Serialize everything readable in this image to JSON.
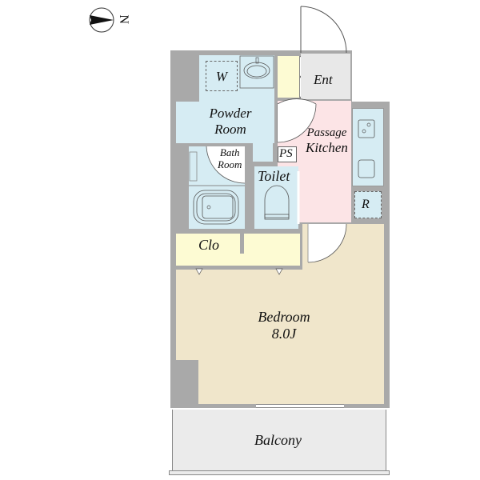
{
  "compass": {
    "label": "N",
    "icon": "north-arrow-icon"
  },
  "rooms": {
    "washer": {
      "label": "W"
    },
    "powder_room": {
      "label_line1": "Powder",
      "label_line2": "Room"
    },
    "entrance": {
      "label": "Ent"
    },
    "passage_kitchen": {
      "label_line1": "Passage",
      "label_line2": "Kitchen"
    },
    "bath_room": {
      "label_line1": "Bath",
      "label_line2": "Room"
    },
    "ps": {
      "label": "PS"
    },
    "toilet": {
      "label": "Toilet"
    },
    "refrigerator": {
      "label": "R"
    },
    "closet": {
      "label": "Clo"
    },
    "bedroom": {
      "label": "Bedroom",
      "size": "8.0J"
    },
    "balcony": {
      "label": "Balcony"
    }
  },
  "colors": {
    "wall": "#a9a9a9",
    "wet_area": "#d6ecf3",
    "kitchen": "#fce4e6",
    "closet": "#fdfbd3",
    "bedroom": "#f0e6cb",
    "entrance": "#e8e8e8",
    "balcony": "#ebebeb"
  }
}
